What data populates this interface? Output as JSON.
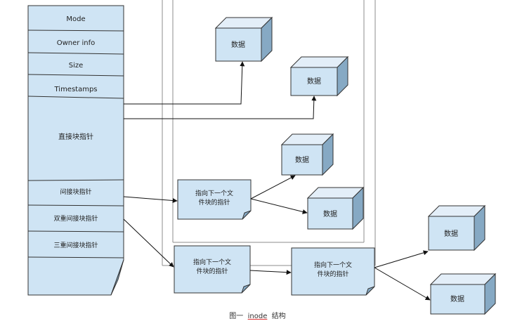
{
  "colors": {
    "fill": "#cfe4f4",
    "side": "#86a9c4",
    "top": "#e3eef8",
    "stroke": "#333333",
    "frame": "#8c8c8c"
  },
  "inode": {
    "fields": {
      "mode": "Mode",
      "owner": "Owner info",
      "size": "Size",
      "timestamps": "Timestamps",
      "direct": "直接块指针",
      "indirect": "间接块指针",
      "double_indirect": "双重间接块指针",
      "triple_indirect": "三重间接块指针"
    }
  },
  "data_block_label": "数据",
  "pointer_block_label": [
    "指向下一个文",
    "件块的指针"
  ],
  "caption": {
    "prefix": "图一",
    "keyword": "inode",
    "suffix": "结构"
  }
}
